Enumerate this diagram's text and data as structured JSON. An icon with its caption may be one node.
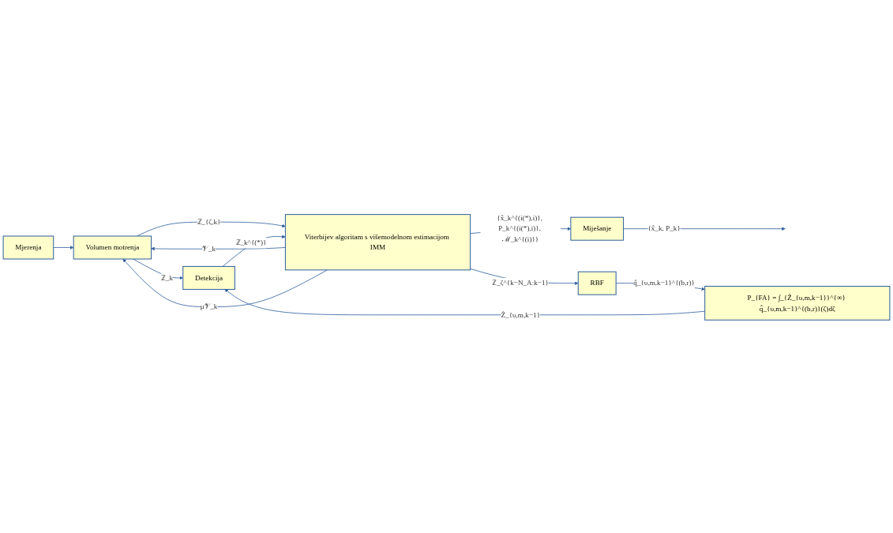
{
  "diagram": {
    "nodes": [
      {
        "text": [
          "Mjerenja"
        ]
      },
      {
        "text": [
          "Volumen motrenja"
        ]
      },
      {
        "text": [
          "Detekcija"
        ]
      },
      {
        "text": [
          "Viterbijev algoritam s višemodelnom estimacijom IMM"
        ]
      },
      {
        "text": [
          "Miješanje"
        ]
      },
      {
        "text": [
          "RBF"
        ]
      },
      {
        "text": [
          "P_{FA} = ∫_{Ẑ_{υ,m,k−1}}^{∞} q̂_{υ,m,k−1}^{(b,r)}(ζ)dζ"
        ]
      }
    ],
    "edges": [
      {
        "from": 0,
        "to": 1,
        "arrow": "to"
      },
      {
        "from": 3,
        "to": 1,
        "arrow": "to",
        "label": "𝒱_k"
      },
      {
        "from": 3,
        "to": 1,
        "arrow": "to",
        "label": "μ𝒱_k"
      },
      {
        "from": 1,
        "to": 2,
        "arrow": "to",
        "label": "ℤ_k"
      },
      {
        "from": 1,
        "to": 3,
        "arrow": "to",
        "label": "ℤ_{ζ,k}"
      },
      {
        "from": 2,
        "to": 3,
        "arrow": "to",
        "label": "ℤ_k^{(*)}"
      },
      {
        "from": 3,
        "to": 4,
        "arrow": "to",
        "label": "{x̂_k^{(i(*),i)}, P_k^{(i(*),i)}, ℳ_k^{(i)}}"
      },
      {
        "from": 4,
        "to": null,
        "arrow": "to",
        "label": "{x̂_k, P_k}"
      },
      {
        "from": 3,
        "to": 5,
        "arrow": "to",
        "label": "ℤ_ζ^{k−N_A:k−1}"
      },
      {
        "from": 5,
        "to": 6,
        "arrow": "to",
        "label": "q̂_{υ,m,k−1}^{(b,r)}"
      },
      {
        "from": 6,
        "to": 2,
        "arrow": "to",
        "label": "Ẑ_{υ,m,k−1}"
      }
    ]
  }
}
